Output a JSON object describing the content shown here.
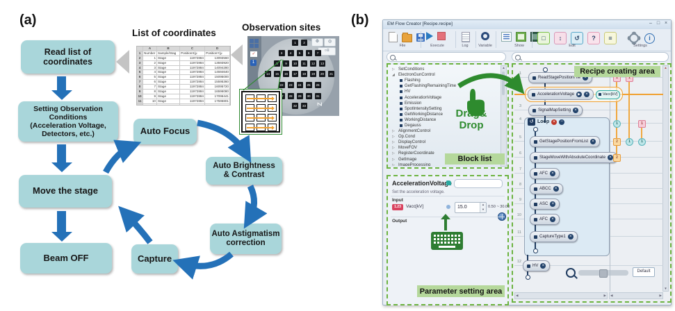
{
  "panel_a": {
    "label": "(a)",
    "flow_boxes": [
      "Read list of\ncoordinates",
      "Setting Observation Conditions\n(Acceleration Voltage,\nDetectors, etc.)",
      "Move the stage",
      "Beam OFF",
      "Auto Focus",
      "Auto Brightness\n& Contrast",
      "Auto Astigmatism\ncorrection",
      "Capture"
    ],
    "coords": {
      "title": "List of coordinates",
      "col_letters": [
        "A",
        "B",
        "C",
        "D"
      ],
      "headers": [
        "Number",
        "Sample/Stag",
        "PositionX(μ",
        "PositionY(μ"
      ],
      "rows": [
        [
          "1",
          "Stage",
          "11972884",
          "13093560"
        ],
        [
          "2",
          "Stage",
          "11972884",
          "13593920"
        ],
        [
          "3",
          "Stage",
          "11972884",
          "14094280"
        ],
        [
          "4",
          "Stage",
          "11972884",
          "14594640"
        ],
        [
          "5",
          "Stage",
          "11972884",
          "15095000"
        ],
        [
          "6",
          "Stage",
          "11972884",
          "15595360"
        ],
        [
          "7",
          "Stage",
          "11972884",
          "16095720"
        ],
        [
          "8",
          "Stage",
          "11972884",
          "16596080"
        ],
        [
          "9",
          "Stage",
          "11972884",
          "17096441"
        ],
        [
          "10",
          "Stage",
          "11972884",
          "17596801"
        ],
        [
          "11",
          "Stage",
          "11972884",
          "18097161"
        ]
      ]
    },
    "observation": {
      "title": "Observation sites",
      "site_rows": [
        [
          1,
          2
        ],
        [
          3,
          4,
          5,
          6,
          7
        ],
        [
          8,
          9,
          10,
          11,
          12,
          13
        ],
        [
          14,
          15,
          16,
          17,
          18,
          19,
          20,
          21
        ],
        [
          22,
          23,
          24,
          25,
          26
        ],
        [
          27,
          28,
          29,
          30,
          31
        ],
        [
          32,
          33
        ]
      ],
      "z_label": "Z"
    }
  },
  "panel_b": {
    "label": "(b)",
    "titlebar": {
      "title": "EM Flow Creator [Recipe.recipe]",
      "min": "–",
      "max": "□",
      "close": "×"
    },
    "toolbar": {
      "file": "File",
      "execute": "Execute",
      "log": "Log",
      "variable": "Variable",
      "show": "Show",
      "edit": "Edit",
      "settings": "Settings"
    },
    "icons": {
      "edit_glyphs": [
        "□",
        "↕",
        "↺",
        "?",
        "≡"
      ]
    },
    "block_list": {
      "badge": "Block list",
      "items": [
        {
          "label": "SetConditions",
          "state": "collapsed"
        },
        {
          "label": "ElectronGunControl",
          "state": "expanded"
        },
        {
          "label": "Flashing",
          "state": "leaf"
        },
        {
          "label": "GetFlashingRemainingTime",
          "state": "leaf"
        },
        {
          "label": "HV",
          "state": "leaf"
        },
        {
          "label": "AccelerationVoltage",
          "state": "leaf"
        },
        {
          "label": "Emission",
          "state": "leaf"
        },
        {
          "label": "SpotIntensitySetting",
          "state": "leaf"
        },
        {
          "label": "GetWorkingDistance",
          "state": "leaf"
        },
        {
          "label": "WorkingDistance",
          "state": "leaf"
        },
        {
          "label": "Degauss",
          "state": "leaf"
        },
        {
          "label": "AlignmentControl",
          "state": "collapsed"
        },
        {
          "label": "Op.Cond",
          "state": "collapsed"
        },
        {
          "label": "DisplayControl",
          "state": "collapsed"
        },
        {
          "label": "MoveFOV",
          "state": "collapsed"
        },
        {
          "label": "RegisterCoordinate",
          "state": "collapsed"
        },
        {
          "label": "GetImage",
          "state": "collapsed"
        },
        {
          "label": "ImageProcessing",
          "state": "collapsed"
        }
      ]
    },
    "drag_drop": {
      "line1": "Drag&",
      "line2": "Drop"
    },
    "param": {
      "title": "AccelerationVoltage",
      "description": "Set the acceleration voltage.",
      "input_header": "Input",
      "badge": "1.23",
      "field": "Vacc[kV]",
      "value": "15.0",
      "range": "0.50 ~ 30.00",
      "output_header": "Output",
      "badge_label": "Parameter setting area"
    },
    "recipe": {
      "badge": "Recipe creating area",
      "default_button": "Default",
      "rows": [
        {
          "n": "1",
          "label": "ReadStagePositionFile"
        },
        {
          "n": "2",
          "label": "AccelerationVoltage",
          "selected": true,
          "play": true,
          "chip": "Vacc[kV]"
        },
        {
          "n": "3",
          "label": "SignalMapSetting"
        },
        {
          "n": "4",
          "label": "Loop",
          "loop_header": true
        },
        {
          "n": "5",
          "label": "GetStagePositionFromList",
          "in_loop": true
        },
        {
          "n": "6",
          "label": "StageMoveWithAbsoluteCoordinate",
          "in_loop": true
        },
        {
          "n": "7",
          "label": "AFC",
          "in_loop": true
        },
        {
          "n": "8",
          "label": "ABCC",
          "in_loop": true
        },
        {
          "n": "9",
          "label": "ASC",
          "in_loop": true
        },
        {
          "n": "10",
          "label": "AFC",
          "in_loop": true
        },
        {
          "n": "11",
          "label": "CaptureType1",
          "in_loop": true
        },
        {
          "n": "12",
          "label": "HV"
        }
      ],
      "nodes": [
        {
          "row": 1,
          "lane": 0,
          "shape": "sq-pink",
          "label": "1"
        },
        {
          "row": 1,
          "lane": 1,
          "shape": "sq-pink",
          "label": "1"
        },
        {
          "row": 4,
          "lane": 0,
          "shape": "ci-teal",
          "label": "1"
        },
        {
          "row": 4,
          "lane": 2,
          "shape": "sq-pink",
          "label": "1"
        },
        {
          "row": 5,
          "lane": 0,
          "shape": "sq-orange",
          "label": "2"
        },
        {
          "row": 5,
          "lane": 1,
          "shape": "ci-teal",
          "label": "1"
        },
        {
          "row": 5,
          "lane": 2,
          "shape": "ci-teal",
          "label": "1"
        },
        {
          "row": 6,
          "lane": 0,
          "shape": "sq-orange",
          "label": "2"
        }
      ]
    }
  }
}
